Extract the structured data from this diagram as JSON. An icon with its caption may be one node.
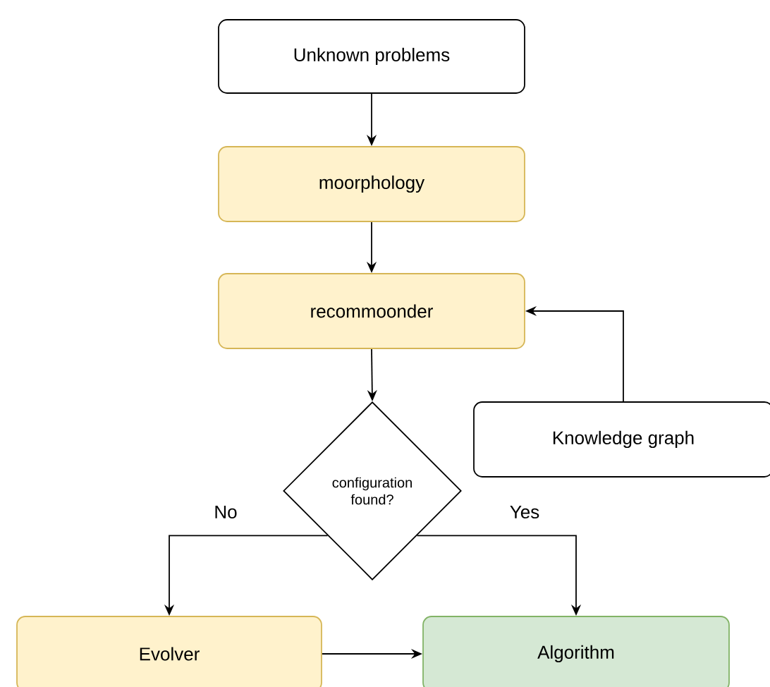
{
  "diagram": {
    "nodes": [
      {
        "text": [
          "Unknown problems"
        ]
      },
      {
        "text": [
          "moorphology"
        ]
      },
      {
        "text": [
          "recommoonder"
        ]
      },
      {
        "text": [
          "configuration found?"
        ]
      },
      {
        "text": [
          "Knowledge graph"
        ]
      },
      {
        "text": [
          "Evolver"
        ]
      },
      {
        "text": [
          "Algorithm"
        ]
      }
    ],
    "edges": [
      {
        "from": 0,
        "to": 1,
        "arrow": "to"
      },
      {
        "from": 1,
        "to": 2,
        "arrow": "to"
      },
      {
        "from": 2,
        "to": 3,
        "arrow": "to"
      },
      {
        "from": 4,
        "to": 2,
        "arrow": "to"
      },
      {
        "from": 3,
        "to": 5,
        "arrow": "to",
        "label": "No"
      },
      {
        "from": 3,
        "to": 6,
        "arrow": "to",
        "label": "Yes"
      },
      {
        "from": 5,
        "to": 6,
        "arrow": "to"
      }
    ]
  }
}
